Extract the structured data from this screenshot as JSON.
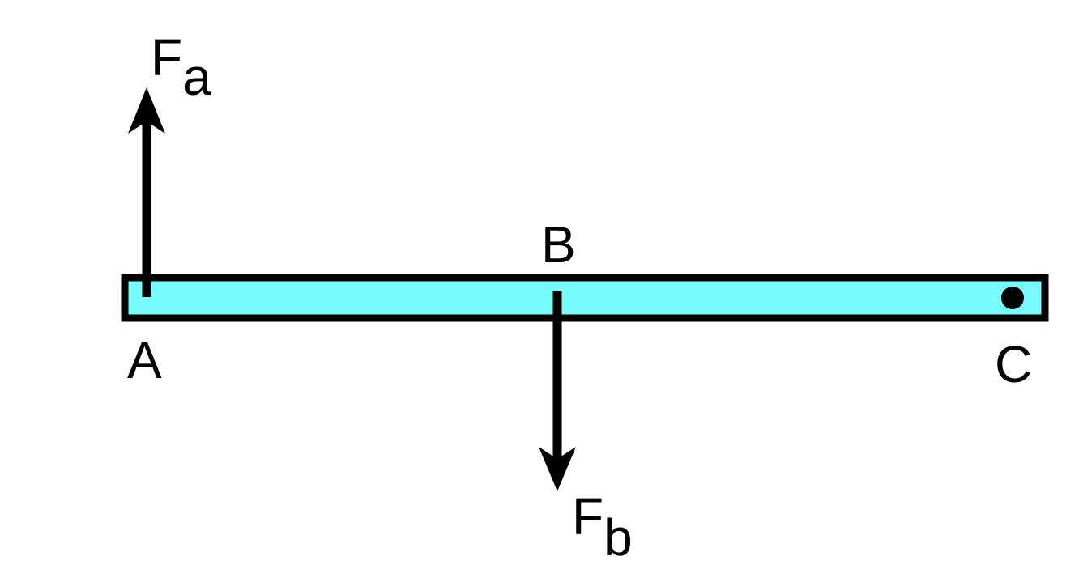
{
  "diagram": {
    "beam_color": "#77fafa",
    "labels": {
      "A": "A",
      "B": "B",
      "C": "C"
    },
    "force_a": {
      "main": "F",
      "sub": "a"
    },
    "force_b": {
      "main": "F",
      "sub": "b"
    }
  }
}
